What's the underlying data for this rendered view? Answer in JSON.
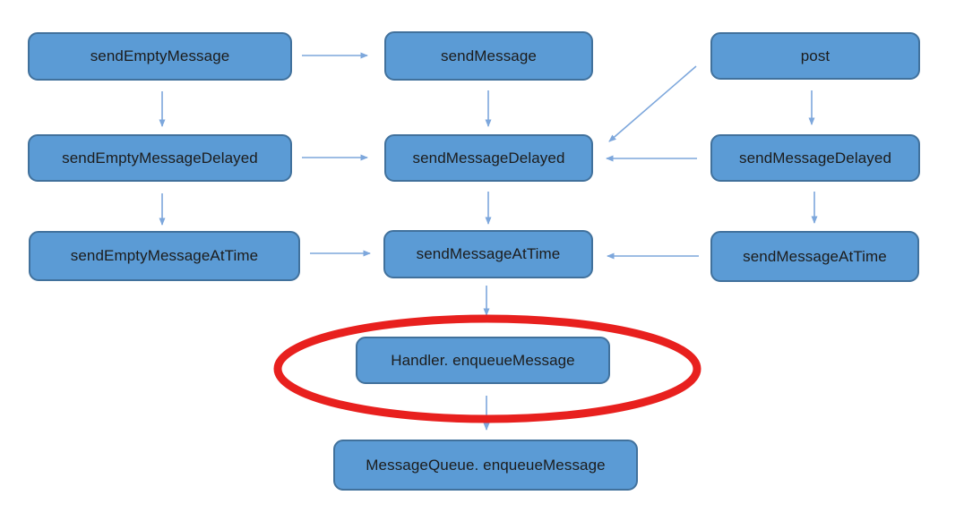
{
  "diagram": {
    "type": "flowchart",
    "nodes": [
      {
        "id": "send-empty-message",
        "label": "sendEmptyMessage"
      },
      {
        "id": "send-message",
        "label": "sendMessage"
      },
      {
        "id": "post",
        "label": "post"
      },
      {
        "id": "send-empty-message-delayed",
        "label": "sendEmptyMessageDelayed"
      },
      {
        "id": "send-message-delayed-middle",
        "label": "sendMessageDelayed"
      },
      {
        "id": "send-message-delayed-right",
        "label": "sendMessageDelayed"
      },
      {
        "id": "send-empty-message-at-time",
        "label": "sendEmptyMessageAtTime"
      },
      {
        "id": "send-message-at-time-middle",
        "label": "sendMessageAtTime"
      },
      {
        "id": "send-message-at-time-right",
        "label": "sendMessageAtTime"
      },
      {
        "id": "handler-enqueue-message",
        "label": "Handler. enqueueMessage",
        "highlighted": true
      },
      {
        "id": "message-queue-enqueue-message",
        "label": "MessageQueue. enqueueMessage"
      }
    ],
    "edges": [
      {
        "from": "send-empty-message",
        "to": "send-message"
      },
      {
        "from": "send-empty-message",
        "to": "send-empty-message-delayed"
      },
      {
        "from": "send-empty-message-delayed",
        "to": "send-message-delayed-middle"
      },
      {
        "from": "send-empty-message-delayed",
        "to": "send-empty-message-at-time"
      },
      {
        "from": "send-empty-message-at-time",
        "to": "send-message-at-time-middle"
      },
      {
        "from": "send-message",
        "to": "send-message-delayed-middle"
      },
      {
        "from": "send-message-delayed-middle",
        "to": "send-message-at-time-middle"
      },
      {
        "from": "send-message-at-time-middle",
        "to": "handler-enqueue-message"
      },
      {
        "from": "handler-enqueue-message",
        "to": "message-queue-enqueue-message"
      },
      {
        "from": "post",
        "to": "send-message-delayed-middle"
      },
      {
        "from": "post",
        "to": "send-message-delayed-right"
      },
      {
        "from": "send-message-delayed-right",
        "to": "send-message-delayed-middle"
      },
      {
        "from": "send-message-delayed-right",
        "to": "send-message-at-time-right"
      },
      {
        "from": "send-message-at-time-right",
        "to": "send-message-at-time-middle"
      }
    ],
    "highlight": {
      "shape": "ellipse",
      "around": "handler-enqueue-message"
    }
  },
  "colors": {
    "node_fill": "#5b9bd5",
    "node_border": "#41719c",
    "arrow": "#7da7dc",
    "highlight_ellipse": "#e8201e",
    "text": "#1c1c1c",
    "background": "#ffffff"
  }
}
